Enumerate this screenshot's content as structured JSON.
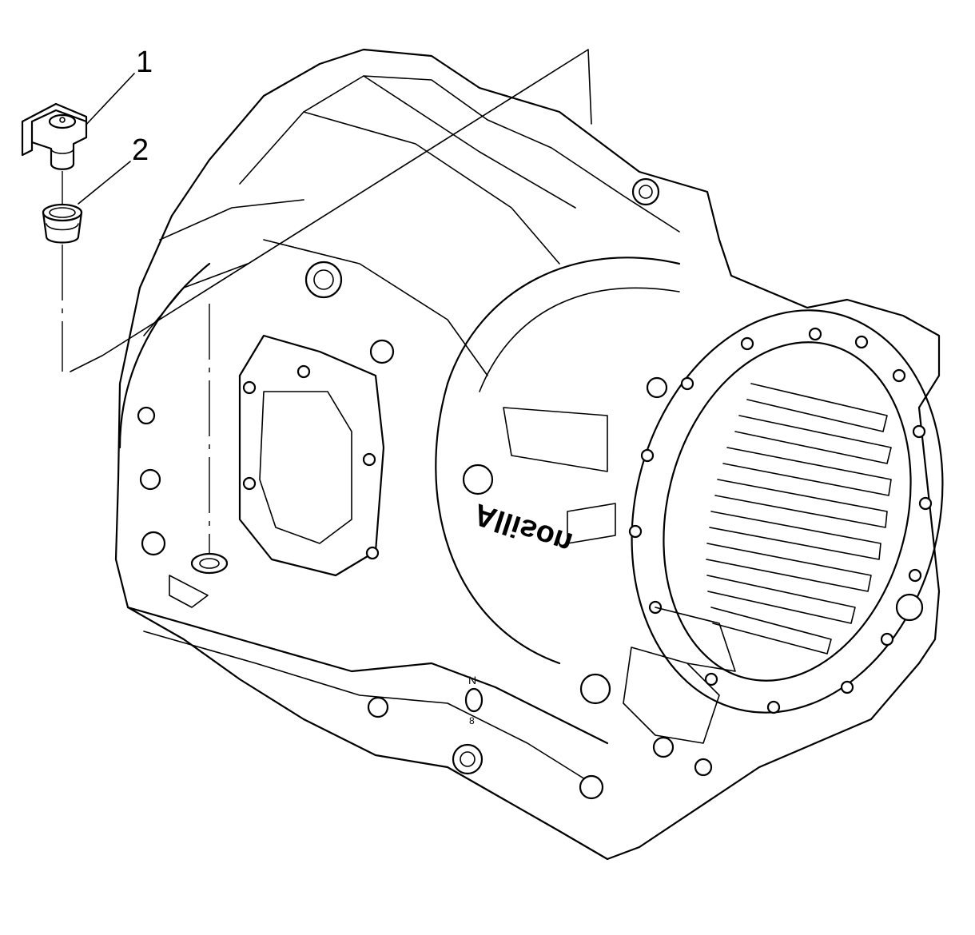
{
  "callouts": [
    {
      "number": "1",
      "part": "plug"
    },
    {
      "number": "2",
      "part": "seal"
    }
  ],
  "housing": {
    "brand_cast": "Allison",
    "mark_cast": "N",
    "mark_cast_b": "8"
  },
  "colors": {
    "line": "#000000",
    "background": "#ffffff"
  }
}
